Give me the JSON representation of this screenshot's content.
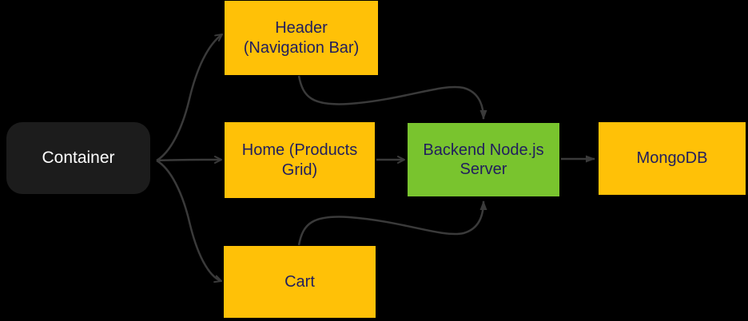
{
  "diagram": {
    "background_color": "#000000",
    "edge_color": "#3A3A3A",
    "nodes": [
      {
        "id": "container",
        "label": "Container",
        "fill": "#1C1C1C",
        "text_color": "#FFFFFF",
        "shape": "rounded-rectangle"
      },
      {
        "id": "header",
        "label": "Header (Navigation Bar)",
        "fill": "#FFC107",
        "text_color": "#211E5E",
        "shape": "rectangle"
      },
      {
        "id": "home",
        "label": "Home (Products Grid)",
        "fill": "#FFC107",
        "text_color": "#211E5E",
        "shape": "rectangle"
      },
      {
        "id": "backend",
        "label": "Backend Node.js Server",
        "fill": "#79C42E",
        "text_color": "#211E5E",
        "shape": "rectangle"
      },
      {
        "id": "mongodb",
        "label": "MongoDB",
        "fill": "#FFC107",
        "text_color": "#211E5E",
        "shape": "rectangle"
      },
      {
        "id": "cart",
        "label": "Cart",
        "fill": "#FFC107",
        "text_color": "#211E5E",
        "shape": "rectangle"
      }
    ],
    "edges": [
      {
        "from": "container",
        "to": "header",
        "style": "curved",
        "arrowhead": "open"
      },
      {
        "from": "container",
        "to": "home",
        "style": "straight",
        "arrowhead": "open"
      },
      {
        "from": "container",
        "to": "cart",
        "style": "curved",
        "arrowhead": "open"
      },
      {
        "from": "header",
        "to": "backend",
        "style": "s-curve",
        "arrowhead": "solid"
      },
      {
        "from": "home",
        "to": "backend",
        "style": "straight",
        "arrowhead": "open"
      },
      {
        "from": "cart",
        "to": "backend",
        "style": "s-curve",
        "arrowhead": "solid"
      },
      {
        "from": "backend",
        "to": "mongodb",
        "style": "straight",
        "arrowhead": "solid"
      }
    ]
  }
}
